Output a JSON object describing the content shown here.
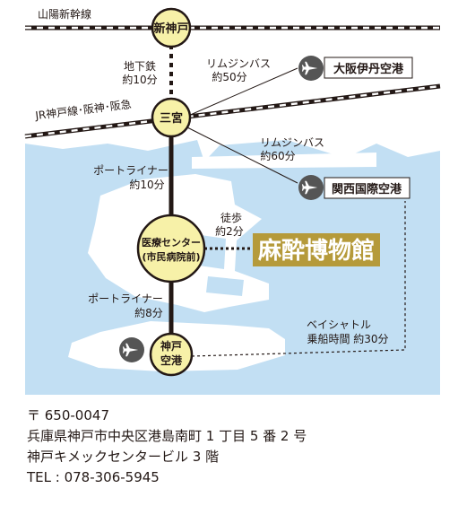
{
  "rail_lines": {
    "shinkansen": "山陽新幹線",
    "jr_hanshin_hankyu": "JR神戸線･阪神･阪急"
  },
  "stations": {
    "shin_kobe": "新神戸",
    "sannomiya": "三宮",
    "iryo_center_line1": "医療センター",
    "iryo_center_line2": "(市民病院前)",
    "kobe_airport_line1": "神戸",
    "kobe_airport_line2": "空港"
  },
  "airports": {
    "itami": "大阪伊丹空港",
    "kansai": "関西国際空港"
  },
  "routes": {
    "subway_line1": "地下鉄",
    "subway_line2": "約10分",
    "limo_itami_line1": "リムジンバス",
    "limo_itami_line2": "約50分",
    "limo_kansai_line1": "リムジンバス",
    "limo_kansai_line2": "約60分",
    "portliner1_line1": "ポートライナー",
    "portliner1_line2": "約10分",
    "walk_line1": "徒歩",
    "walk_line2": "約2分",
    "portliner2_line1": "ポートライナー",
    "portliner2_line2": "約8分",
    "bay_shuttle_line1": "ベイシャトル",
    "bay_shuttle_line2": "乗船時間 約30分"
  },
  "destination": "麻酔博物館",
  "address": {
    "postal": "〒 650-0047",
    "street": "兵庫県神戸市中央区港島南町 1 丁目 5 番 2 号",
    "building": "神戸キメックセンタービル 3 階",
    "tel": "TEL : 078-306-5945"
  },
  "colors": {
    "sea": "#c2dff3",
    "land": "#ffffff",
    "station_fill": "#f7f1a8",
    "destination_bg": "#b59a3a",
    "icon_gray": "#555555"
  },
  "icons": [
    "airplane-icon"
  ]
}
